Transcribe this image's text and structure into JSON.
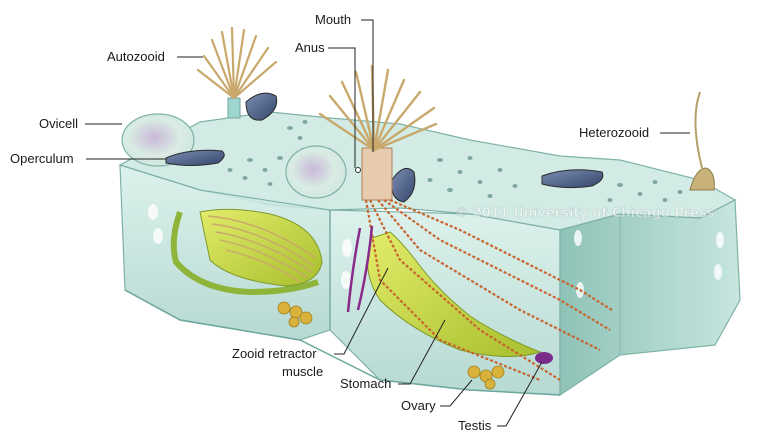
{
  "watermark": "© 2011 University of Chicago Press",
  "labels": {
    "mouth": "Mouth",
    "anus": "Anus",
    "autozooid": "Autozooid",
    "ovicell": "Ovicell",
    "operculum": "Operculum",
    "heterozooid": "Heterozooid",
    "retractor_line1": "Zooid retractor",
    "retractor_line2": "muscle",
    "stomach": "Stomach",
    "ovary": "Ovary",
    "testis": "Testis"
  },
  "colors": {
    "body_wall": "#cfe8e2",
    "body_wall_dark": "#9fc9c0",
    "gut": "#c8d83a",
    "gut_dark": "#7e9a2a",
    "tentacles": "#c9a86b",
    "muscle": "#c8652f",
    "ovary": "#d8b23a",
    "testis": "#7b2c8a",
    "operculum": "#4d5f86"
  }
}
